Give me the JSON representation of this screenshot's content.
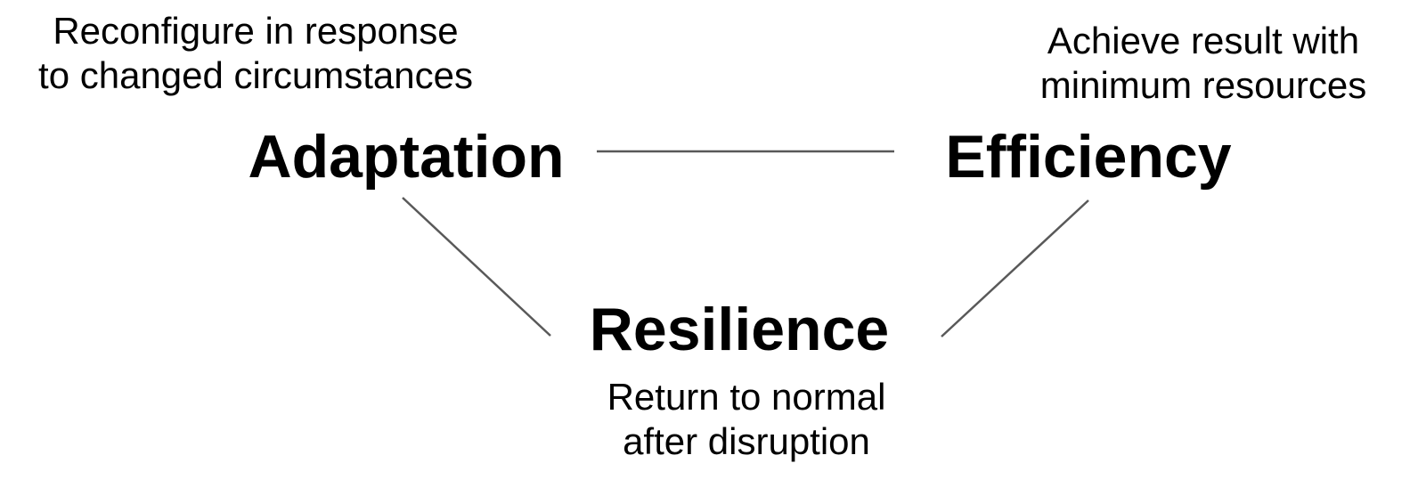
{
  "colors": {
    "background": "#ffffff",
    "text": "#000000",
    "connector_line": "#595959"
  },
  "nodes": {
    "adaptation": {
      "label": "Adaptation",
      "description_line1": "Reconfigure in response",
      "description_line2": "to changed circumstances"
    },
    "efficiency": {
      "label": "Efficiency",
      "description_line1": "Achieve result with",
      "description_line2": "minimum resources"
    },
    "resilience": {
      "label": "Resilience",
      "description_line1": "Return to normal",
      "description_line2": "after disruption"
    }
  },
  "edges": [
    {
      "from": "Adaptation",
      "to": "Efficiency"
    },
    {
      "from": "Adaptation",
      "to": "Resilience"
    },
    {
      "from": "Efficiency",
      "to": "Resilience"
    }
  ]
}
